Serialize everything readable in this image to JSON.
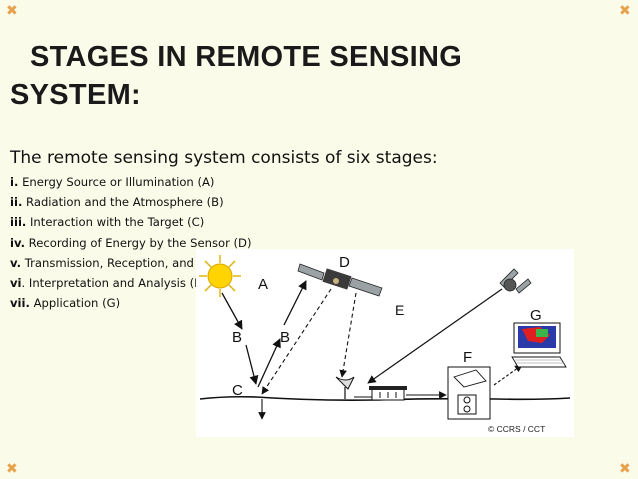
{
  "slide": {
    "title_line1": "STAGES IN REMOTE SENSING",
    "title_line2": "SYSTEM:",
    "intro": "The remote sensing system consists of six stages:",
    "stages": [
      {
        "numeral": "i.",
        "text": " Energy Source or Illumination (A)"
      },
      {
        "numeral": "ii.",
        "text": " Radiation and the Atmosphere (B)"
      },
      {
        "numeral": "iii.",
        "text": " Interaction with the Target (C)"
      },
      {
        "numeral": "iv.",
        "text": " Recording of Energy by the Sensor (D)"
      },
      {
        "numeral": "v.",
        "text": " Transmission, Reception, and Processing (E)"
      },
      {
        "numeral": "vi",
        "text": ". Interpretation and Analysis (F)"
      },
      {
        "numeral": "vii.",
        "text": " Application (G)"
      }
    ],
    "corner_glyph": "✖"
  },
  "diagram": {
    "labels": {
      "a": "A",
      "b1": "B",
      "b2": "B",
      "c": "C",
      "d": "D",
      "e": "E",
      "f": "F",
      "g": "G"
    },
    "copyright": "© CCRS / CCT",
    "colors": {
      "sun": "#ffd400",
      "accent": "#e6a24c",
      "background": "#fbfbe9"
    }
  }
}
